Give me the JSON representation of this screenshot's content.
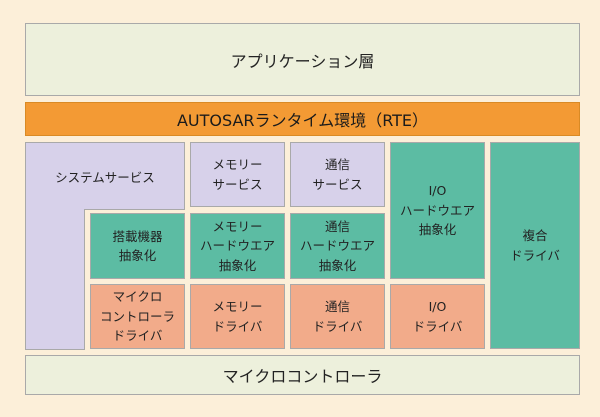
{
  "layers": {
    "application": "アプリケーション層",
    "rte": "AUTOSARランタイム環境（RTE）",
    "system_services": "システムサービス",
    "memory_services": "メモリー\nサービス",
    "communication_services": "通信\nサービス",
    "io_hardware_abstraction": "I/O\nハードウエア\n抽象化",
    "complex_drivers": "複合\nドライバ",
    "onboard_device_abstraction": "搭載機器\n抽象化",
    "memory_hardware_abstraction": "メモリー\nハードウエア\n抽象化",
    "communication_hardware_abstraction": "通信\nハードウエア\n抽象化",
    "microcontroller_drivers": "マイクロ\nコントローラ\nドライバ",
    "memory_drivers": "メモリー\nドライバ",
    "communication_drivers": "通信\nドライバ",
    "io_drivers": "I/O\nドライバ",
    "microcontroller": "マイクロコントローラ"
  },
  "colors": {
    "background": "#fcefd9",
    "application_layer": "#edf0dc",
    "rte_layer": "#f39a34",
    "services": "#d7d1ea",
    "abstraction": "#5cbca3",
    "drivers": "#f2ab8a",
    "microcontroller_layer": "#edf0dc"
  }
}
